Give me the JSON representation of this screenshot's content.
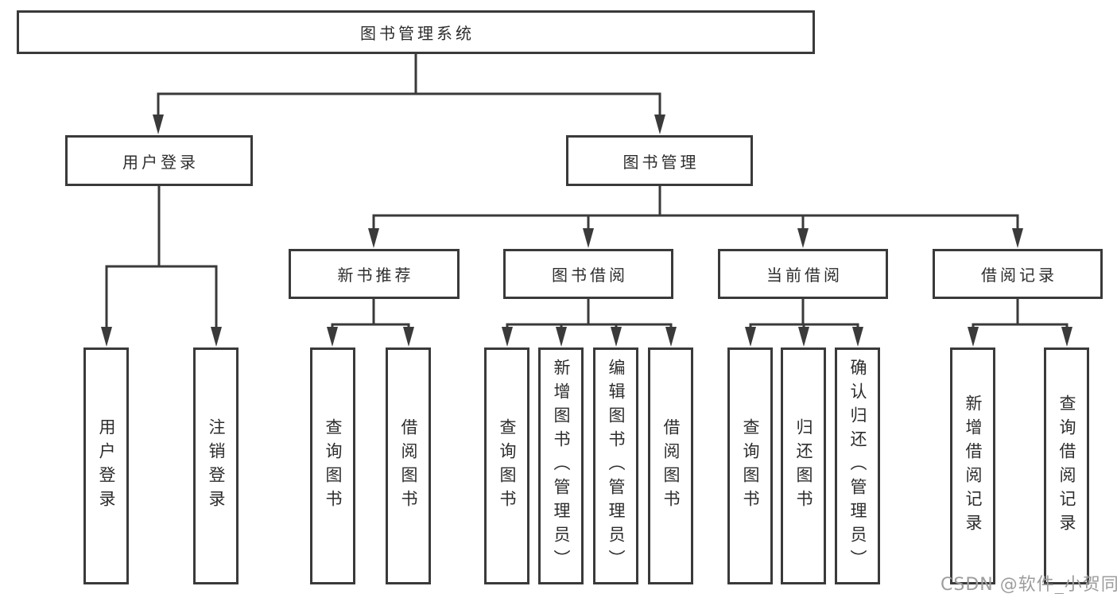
{
  "tree": {
    "root": "图书管理系统",
    "level2": [
      {
        "label": "用户登录",
        "children": [
          {
            "label": "用户登录"
          },
          {
            "label": "注销登录"
          }
        ]
      },
      {
        "label": "图书管理",
        "sections": [
          {
            "label": "新书推荐",
            "children": [
              {
                "label": "查询图书"
              },
              {
                "label": "借阅图书"
              }
            ]
          },
          {
            "label": "图书借阅",
            "children": [
              {
                "label": "查询图书"
              },
              {
                "label": "新增图书（管理员）"
              },
              {
                "label": "编辑图书（管理员）"
              },
              {
                "label": "借阅图书"
              }
            ]
          },
          {
            "label": "当前借阅",
            "children": [
              {
                "label": "查询图书"
              },
              {
                "label": "归还图书"
              },
              {
                "label": "确认归还（管理员）"
              }
            ]
          },
          {
            "label": "借阅记录",
            "children": [
              {
                "label": "新增借阅记录"
              },
              {
                "label": "查询借阅记录"
              }
            ]
          }
        ]
      }
    ]
  },
  "watermark": "CSDN @软件_小贺同学",
  "colors": {
    "line": "#3a3a3a",
    "text": "#2d2d2d",
    "watermark": "#9d9d9d",
    "background": "#ffffff"
  }
}
